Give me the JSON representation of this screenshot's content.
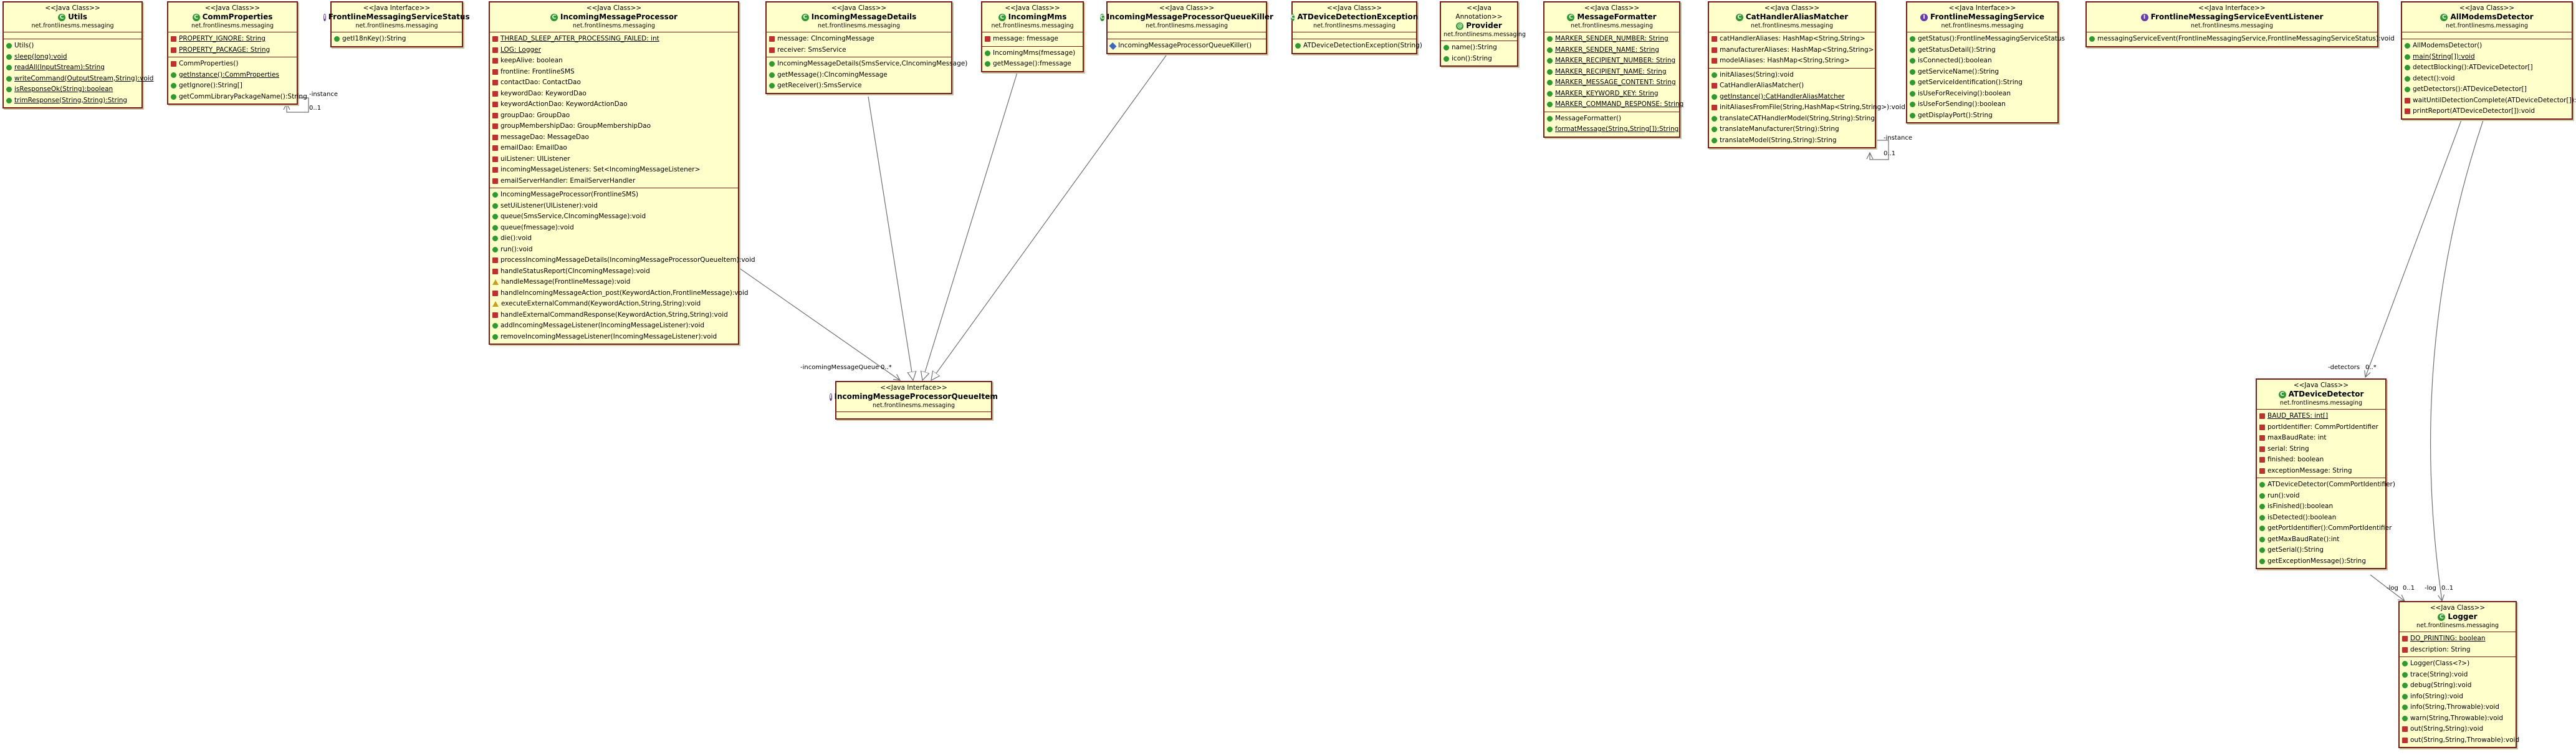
{
  "diagram": {
    "classes": [
      {
        "id": "Utils",
        "kind": "class",
        "stereotype": "<<Java Class>>",
        "name": "Utils",
        "package": "net.frontlinesms.messaging",
        "fields": [],
        "methods": [
          {
            "vis": "pub",
            "text": "Utils()"
          },
          {
            "vis": "pub",
            "text": "sleep(long):void",
            "underline": true
          },
          {
            "vis": "pub",
            "text": "readAll(InputStream):String",
            "underline": true
          },
          {
            "vis": "pub",
            "text": "writeCommand(OutputStream,String):void",
            "underline": true
          },
          {
            "vis": "pub",
            "text": "isResponseOk(String):boolean",
            "underline": true
          },
          {
            "vis": "pub",
            "text": "trimResponse(String,String):String",
            "underline": true
          }
        ]
      },
      {
        "id": "CommProperties",
        "kind": "class",
        "stereotype": "<<Java Class>>",
        "name": "CommProperties",
        "package": "net.frontlinesms.messaging",
        "fields": [
          {
            "vis": "priv",
            "text": "PROPERTY_IGNORE: String",
            "underline": true
          },
          {
            "vis": "priv",
            "text": "PROPERTY_PACKAGE: String",
            "underline": true
          }
        ],
        "methods": [
          {
            "vis": "priv",
            "text": "CommProperties()"
          },
          {
            "vis": "pub",
            "text": "getInstance():CommProperties",
            "underline": true
          },
          {
            "vis": "pub",
            "text": "getIgnore():String[]"
          },
          {
            "vis": "pub",
            "text": "getCommLibraryPackageName():String"
          }
        ]
      },
      {
        "id": "FrontlineMessagingServiceStatus",
        "kind": "interface",
        "stereotype": "<<Java Interface>>",
        "name": "FrontlineMessagingServiceStatus",
        "package": "net.frontlinesms.messaging",
        "fields": [],
        "methods": [
          {
            "vis": "pub",
            "text": "getI18nKey():String"
          }
        ]
      },
      {
        "id": "IncomingMessageProcessor",
        "kind": "class",
        "stereotype": "<<Java Class>>",
        "name": "IncomingMessageProcessor",
        "package": "net.frontlinesms.messaging",
        "fields": [
          {
            "vis": "priv",
            "text": "THREAD_SLEEP_AFTER_PROCESSING_FAILED: int",
            "underline": true
          },
          {
            "vis": "priv",
            "text": "LOG: Logger",
            "underline": true
          },
          {
            "vis": "priv",
            "text": "keepAlive: boolean"
          },
          {
            "vis": "priv",
            "text": "frontline: FrontlineSMS"
          },
          {
            "vis": "priv",
            "text": "contactDao: ContactDao"
          },
          {
            "vis": "priv",
            "text": "keywordDao: KeywordDao"
          },
          {
            "vis": "priv",
            "text": "keywordActionDao: KeywordActionDao"
          },
          {
            "vis": "priv",
            "text": "groupDao: GroupDao"
          },
          {
            "vis": "priv",
            "text": "groupMembershipDao: GroupMembershipDao"
          },
          {
            "vis": "priv",
            "text": "messageDao: MessageDao"
          },
          {
            "vis": "priv",
            "text": "emailDao: EmailDao"
          },
          {
            "vis": "priv",
            "text": "uiListener: UIListener"
          },
          {
            "vis": "priv",
            "text": "incomingMessageListeners: Set<IncomingMessageListener>"
          },
          {
            "vis": "priv",
            "text": "emailServerHandler: EmailServerHandler"
          }
        ],
        "methods": [
          {
            "vis": "pub",
            "text": "IncomingMessageProcessor(FrontlineSMS)"
          },
          {
            "vis": "pub",
            "text": "setUiListener(UIListener):void"
          },
          {
            "vis": "pub",
            "text": "queue(SmsService,CIncomingMessage):void"
          },
          {
            "vis": "pub",
            "text": "queue(fmessage):void"
          },
          {
            "vis": "pub",
            "text": "die():void"
          },
          {
            "vis": "pub",
            "text": "run():void"
          },
          {
            "vis": "priv",
            "text": "processIncomingMessageDetails(IncomingMessageProcessorQueueItem):void"
          },
          {
            "vis": "priv",
            "text": "handleStatusReport(CIncomingMessage):void"
          },
          {
            "vis": "prot",
            "text": "handleMessage(FrontlineMessage):void"
          },
          {
            "vis": "priv",
            "text": "handleIncomingMessageAction_post(KeywordAction,FrontlineMessage):void"
          },
          {
            "vis": "prot",
            "text": "executeExternalCommand(KeywordAction,String,String):void"
          },
          {
            "vis": "priv",
            "text": "handleExternalCommandResponse(KeywordAction,String,String):void"
          },
          {
            "vis": "pub",
            "text": "addIncomingMessageListener(IncomingMessageListener):void"
          },
          {
            "vis": "pub",
            "text": "removeIncomingMessageListener(IncomingMessageListener):void"
          }
        ]
      },
      {
        "id": "IncomingMessageDetails",
        "kind": "class",
        "stereotype": "<<Java Class>>",
        "name": "IncomingMessageDetails",
        "package": "net.frontlinesms.messaging",
        "fields": [
          {
            "vis": "priv",
            "text": "message: CIncomingMessage"
          },
          {
            "vis": "priv",
            "text": "receiver: SmsService"
          }
        ],
        "methods": [
          {
            "vis": "pub",
            "text": "IncomingMessageDetails(SmsService,CIncomingMessage)"
          },
          {
            "vis": "pub",
            "text": "getMessage():CIncomingMessage"
          },
          {
            "vis": "pub",
            "text": "getReceiver():SmsService"
          }
        ]
      },
      {
        "id": "IncomingMms",
        "kind": "class",
        "stereotype": "<<Java Class>>",
        "name": "IncomingMms",
        "package": "net.frontlinesms.messaging",
        "fields": [
          {
            "vis": "priv",
            "text": "message: fmessage"
          }
        ],
        "methods": [
          {
            "vis": "pub",
            "text": "IncomingMms(fmessage)"
          },
          {
            "vis": "pub",
            "text": "getMessage():fmessage"
          }
        ]
      },
      {
        "id": "IncomingMessageProcessorQueueKiller",
        "kind": "class",
        "stereotype": "<<Java Class>>",
        "name": "IncomingMessageProcessorQueueKiller",
        "package": "net.frontlinesms.messaging",
        "fields": [],
        "methods": [
          {
            "vis": "pkgv",
            "text": "IncomingMessageProcessorQueueKiller()"
          }
        ]
      },
      {
        "id": "ATDeviceDetectionException",
        "kind": "class",
        "stereotype": "<<Java Class>>",
        "name": "ATDeviceDetectionException",
        "package": "net.frontlinesms.messaging",
        "fields": [],
        "methods": [
          {
            "vis": "pub",
            "text": "ATDeviceDetectionException(String)"
          }
        ]
      },
      {
        "id": "Provider",
        "kind": "annotation",
        "stereotype": "<<Java Annotation>>",
        "name": "Provider",
        "package": "net.frontlinesms.messaging",
        "fields": [],
        "methods": [
          {
            "vis": "pub",
            "text": "name():String"
          },
          {
            "vis": "pub",
            "text": "icon():String"
          }
        ]
      },
      {
        "id": "MessageFormatter",
        "kind": "class",
        "stereotype": "<<Java Class>>",
        "name": "MessageFormatter",
        "package": "net.frontlinesms.messaging",
        "fields": [
          {
            "vis": "pub",
            "text": "MARKER_SENDER_NUMBER: String",
            "underline": true
          },
          {
            "vis": "pub",
            "text": "MARKER_SENDER_NAME: String",
            "underline": true
          },
          {
            "vis": "pub",
            "text": "MARKER_RECIPIENT_NUMBER: String",
            "underline": true
          },
          {
            "vis": "pub",
            "text": "MARKER_RECIPIENT_NAME: String",
            "underline": true
          },
          {
            "vis": "pub",
            "text": "MARKER_MESSAGE_CONTENT: String",
            "underline": true
          },
          {
            "vis": "pub",
            "text": "MARKER_KEYWORD_KEY: String",
            "underline": true
          },
          {
            "vis": "pub",
            "text": "MARKER_COMMAND_RESPONSE: String",
            "underline": true
          }
        ],
        "methods": [
          {
            "vis": "pub",
            "text": "MessageFormatter()"
          },
          {
            "vis": "pub",
            "text": "formatMessage(String,String[]):String",
            "underline": true
          }
        ]
      },
      {
        "id": "CatHandlerAliasMatcher",
        "kind": "class",
        "stereotype": "<<Java Class>>",
        "name": "CatHandlerAliasMatcher",
        "package": "net.frontlinesms.messaging",
        "fields": [
          {
            "vis": "priv",
            "text": "catHandlerAliases: HashMap<String,String>"
          },
          {
            "vis": "priv",
            "text": "manufacturerAliases: HashMap<String,String>"
          },
          {
            "vis": "priv",
            "text": "modelAliases: HashMap<String,String>"
          }
        ],
        "methods": [
          {
            "vis": "pub",
            "text": "initAliases(String):void"
          },
          {
            "vis": "priv",
            "text": "CatHandlerAliasMatcher()"
          },
          {
            "vis": "pub",
            "text": "getInstance():CatHandlerAliasMatcher",
            "underline": true
          },
          {
            "vis": "priv",
            "text": "initAliasesFromFile(String,HashMap<String,String>):void"
          },
          {
            "vis": "pub",
            "text": "translateCATHandlerModel(String,String):String"
          },
          {
            "vis": "pub",
            "text": "translateManufacturer(String):String"
          },
          {
            "vis": "pub",
            "text": "translateModel(String,String):String"
          }
        ]
      },
      {
        "id": "FrontlineMessagingService",
        "kind": "interface",
        "stereotype": "<<Java Interface>>",
        "name": "FrontlineMessagingService",
        "package": "net.frontlinesms.messaging",
        "fields": [],
        "methods": [
          {
            "vis": "pub",
            "text": "getStatus():FrontlineMessagingServiceStatus"
          },
          {
            "vis": "pub",
            "text": "getStatusDetail():String"
          },
          {
            "vis": "pub",
            "text": "isConnected():boolean"
          },
          {
            "vis": "pub",
            "text": "getServiceName():String"
          },
          {
            "vis": "pub",
            "text": "getServiceIdentification():String"
          },
          {
            "vis": "pub",
            "text": "isUseForReceiving():boolean"
          },
          {
            "vis": "pub",
            "text": "isUseForSending():boolean"
          },
          {
            "vis": "pub",
            "text": "getDisplayPort():String"
          }
        ]
      },
      {
        "id": "FrontlineMessagingServiceEventListener",
        "kind": "interface",
        "stereotype": "<<Java Interface>>",
        "name": "FrontlineMessagingServiceEventListener",
        "package": "net.frontlinesms.messaging",
        "fields": [],
        "methods": [
          {
            "vis": "pub",
            "text": "messagingServiceEvent(FrontlineMessagingService,FrontlineMessagingServiceStatus):void"
          }
        ]
      },
      {
        "id": "AllModemsDetector",
        "kind": "class",
        "stereotype": "<<Java Class>>",
        "name": "AllModemsDetector",
        "package": "net.frontlinesms.messaging",
        "fields": [],
        "methods": [
          {
            "vis": "pub",
            "text": "AllModemsDetector()"
          },
          {
            "vis": "pub",
            "text": "main(String[]):void",
            "underline": true
          },
          {
            "vis": "pub",
            "text": "detectBlocking():ATDeviceDetector[]"
          },
          {
            "vis": "pub",
            "text": "detect():void"
          },
          {
            "vis": "pub",
            "text": "getDetectors():ATDeviceDetector[]"
          },
          {
            "vis": "priv",
            "text": "waitUntilDetectionComplete(ATDeviceDetector[]):void"
          },
          {
            "vis": "priv",
            "text": "printReport(ATDeviceDetector[]):void"
          }
        ]
      },
      {
        "id": "IncomingMessageProcessorQueueItem",
        "kind": "interface",
        "stereotype": "<<Java Interface>>",
        "name": "IncomingMessageProcessorQueueItem",
        "package": "net.frontlinesms.messaging",
        "fields": [],
        "methods": []
      },
      {
        "id": "ATDeviceDetector",
        "kind": "class",
        "stereotype": "<<Java Class>>",
        "name": "ATDeviceDetector",
        "package": "net.frontlinesms.messaging",
        "fields": [
          {
            "vis": "priv",
            "text": "BAUD_RATES: int[]",
            "underline": true
          },
          {
            "vis": "priv",
            "text": "portIdentifier: CommPortIdentifier"
          },
          {
            "vis": "priv",
            "text": "maxBaudRate: int"
          },
          {
            "vis": "priv",
            "text": "serial: String"
          },
          {
            "vis": "priv",
            "text": "finished: boolean"
          },
          {
            "vis": "priv",
            "text": "exceptionMessage: String"
          }
        ],
        "methods": [
          {
            "vis": "pub",
            "text": "ATDeviceDetector(CommPortIdentifier)"
          },
          {
            "vis": "pub",
            "text": "run():void"
          },
          {
            "vis": "pub",
            "text": "isFinished():boolean"
          },
          {
            "vis": "pub",
            "text": "isDetected():boolean"
          },
          {
            "vis": "pub",
            "text": "getPortIdentifier():CommPortIdentifier"
          },
          {
            "vis": "pub",
            "text": "getMaxBaudRate():int"
          },
          {
            "vis": "pub",
            "text": "getSerial():String"
          },
          {
            "vis": "pub",
            "text": "getExceptionMessage():String"
          }
        ]
      },
      {
        "id": "Logger",
        "kind": "class",
        "stereotype": "<<Java Class>>",
        "name": "Logger",
        "package": "net.frontlinesms.messaging",
        "fields": [
          {
            "vis": "priv",
            "text": "DO_PRINTING: boolean",
            "underline": true
          },
          {
            "vis": "priv",
            "text": "description: String"
          }
        ],
        "methods": [
          {
            "vis": "pub",
            "text": "Logger(Class<?>)"
          },
          {
            "vis": "pub",
            "text": "trace(String):void"
          },
          {
            "vis": "pub",
            "text": "debug(String):void"
          },
          {
            "vis": "pub",
            "text": "info(String):void"
          },
          {
            "vis": "pub",
            "text": "info(String,Throwable):void"
          },
          {
            "vis": "pub",
            "text": "warn(String,Throwable):void"
          },
          {
            "vis": "priv",
            "text": "out(String,String):void"
          },
          {
            "vis": "priv",
            "text": "out(String,String,Throwable):void"
          }
        ]
      }
    ],
    "edge_labels": {
      "comm_instance": "-instance",
      "comm_mult": "0..1",
      "cat_instance": "-instance",
      "cat_mult": "0..1",
      "queue_role": "-incomingMessageQueue",
      "queue_mult": "0..*",
      "detectors_role": "-detectors",
      "detectors_mult": "0..*",
      "log1_role": "-log",
      "log1_mult": "0..1",
      "log2_role": "-log",
      "log2_mult": "0..1"
    },
    "colors": {
      "box_fill": "#ffffcc",
      "box_border": "#7a1c1c",
      "edge": "#707070"
    }
  }
}
